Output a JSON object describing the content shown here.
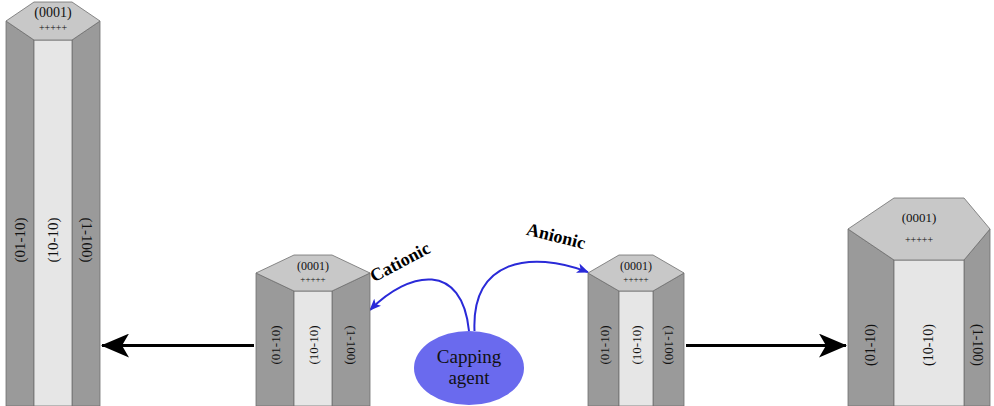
{
  "diagram": {
    "nodes": [
      {
        "text": [
          "(0001)",
          "+++++",
          "(01-10)",
          "(10-10)",
          "(1-100)"
        ]
      },
      {
        "text": [
          "(0001)",
          "+++++",
          "(01-10)",
          "(10-10)",
          "(1-100)"
        ]
      },
      {
        "text": [
          "Capping agent"
        ]
      },
      {
        "text": [
          "(0001)",
          "+++++",
          "(01-10)",
          "(10-10)",
          "(1-100)"
        ]
      },
      {
        "text": [
          "(0001)",
          "+++++",
          "(01-10)",
          "(10-10)",
          "(1-100)"
        ]
      }
    ],
    "edges": [
      {
        "from": 2,
        "to": 1,
        "label": "Cationic",
        "arrow": "to"
      },
      {
        "from": 2,
        "to": 3,
        "label": "Anionic",
        "arrow": "to"
      },
      {
        "from": 1,
        "to": 0,
        "arrow": "to"
      },
      {
        "from": 3,
        "to": 4,
        "arrow": "to"
      }
    ]
  }
}
